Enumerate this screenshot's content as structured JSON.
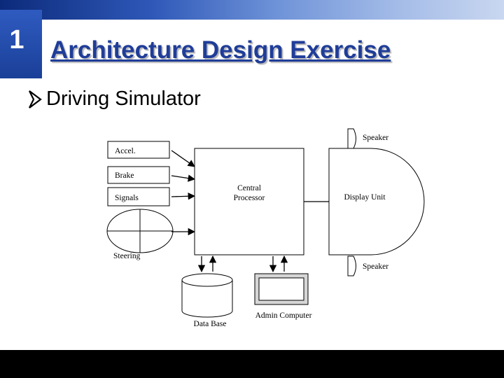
{
  "slide": {
    "number": "1",
    "title": "Architecture Design Exercise",
    "bullet": "Driving Simulator"
  },
  "diagram": {
    "inputs": {
      "accel": "Accel.",
      "brake": "Brake",
      "signals": "Signals",
      "steering": "Steering"
    },
    "processor": {
      "line1": "Central",
      "line2": "Processor"
    },
    "outputs": {
      "speaker_top": "Speaker",
      "display": "Display Unit",
      "speaker_bottom": "Speaker"
    },
    "storage": {
      "database": "Data Base",
      "admin": "Admin Computer"
    }
  },
  "colors": {
    "title": "#1f3d99",
    "banner": "#2e58b8",
    "bottom_bar": "#000000"
  }
}
